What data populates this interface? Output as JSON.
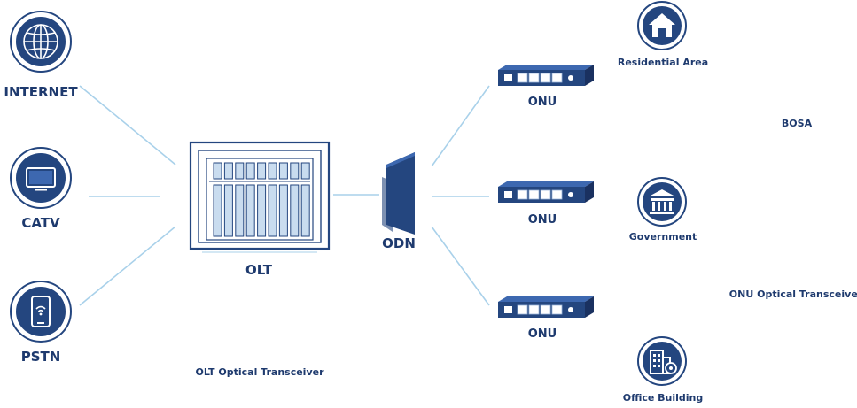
{
  "colors": {
    "primary": "#1e3a6e",
    "connector": "#a9d1ea",
    "icon_fill": "#24467f",
    "slot_fill": "#c9dcef"
  },
  "sources": [
    {
      "label": "INTERNET",
      "icon": "globe-icon"
    },
    {
      "label": "CATV",
      "icon": "tv-icon"
    },
    {
      "label": "PSTN",
      "icon": "phone-icon"
    }
  ],
  "olt": {
    "label": "OLT"
  },
  "odn": {
    "label": "ODN"
  },
  "onus": [
    {
      "label": "ONU"
    },
    {
      "label": "ONU"
    },
    {
      "label": "ONU"
    }
  ],
  "destinations": [
    {
      "label": "Residential Area",
      "icon": "house-icon"
    },
    {
      "label": "Government",
      "icon": "government-building-icon"
    },
    {
      "label": "Office Building",
      "icon": "office-building-icon"
    }
  ],
  "annotations": {
    "bosa": "BOSA",
    "onu_transceiver": "ONU Optical Transceiver",
    "olt_transceiver": "OLT Optical Transceiver"
  }
}
